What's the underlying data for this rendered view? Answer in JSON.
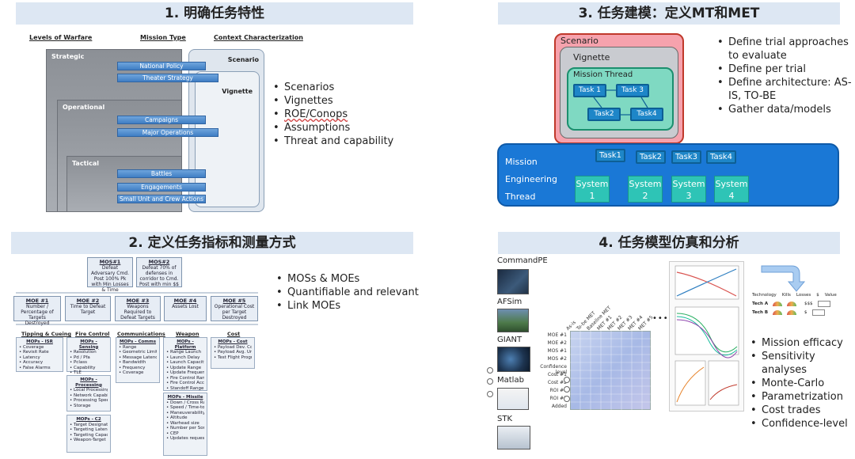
{
  "q1": {
    "title": "1. 明确任务特性",
    "headers": [
      "Levels of Warfare",
      "Mission Type",
      "Context Characterization"
    ],
    "levels": [
      "Strategic",
      "Operational",
      "Tactical"
    ],
    "context": [
      "Scenario",
      "Vignette"
    ],
    "mission_types": [
      "National Policy",
      "Theater Strategy",
      "Campaigns",
      "Major Operations",
      "Battles",
      "Engagements",
      "Small Unit and Crew Actions"
    ],
    "bullets": [
      "Scenarios",
      "Vignettes",
      "ROE/Conops",
      "Assumptions",
      "Threat and capability"
    ]
  },
  "q2": {
    "title": "2. 定义任务指标和测量方式",
    "mos": [
      {
        "h": "MOS#1",
        "t": "Defeat Adversary Cmd. Post 100% Pk with Min Losses & Time"
      },
      {
        "h": "MOS#2",
        "t": "Defeat 70% of defenses in corridor to Cmd. Post with min $$"
      }
    ],
    "moe": [
      {
        "h": "MOE #1",
        "t": "Number / Percentage of Targets Destroyed"
      },
      {
        "h": "MOE #2",
        "t": "Time to Defeat Target"
      },
      {
        "h": "MOE #3",
        "t": "Weapons Required to Defeat Targets"
      },
      {
        "h": "MOE #4",
        "t": "Assets Lost"
      },
      {
        "h": "MOE #5",
        "t": "Operational Cost per Target Destroyed"
      }
    ],
    "categories": [
      "Tipping & Cueing",
      "Fire Control",
      "Communications",
      "Weapon",
      "Cost"
    ],
    "mops": [
      {
        "h": "MOPs - ISR",
        "items": [
          "Coverage",
          "Revisit Rate",
          "Latency",
          "Accuracy",
          "False Alarms"
        ]
      },
      {
        "h": "MOPs - Sensing",
        "items": [
          "Resolution",
          "Pd / Pfa",
          "Pclass",
          "Capability",
          "TLE"
        ]
      },
      {
        "h": "MOPs - Processing",
        "items": [
          "Local Processing Capability",
          "Network Capability",
          "Processing Speed",
          "Storage"
        ]
      },
      {
        "h": "MOPs - C2",
        "items": [
          "Target Designation accuracy (vs. FA)",
          "Targeting Latency",
          "Targeting Capacity",
          "Weapon-Target Pairing Efficiency"
        ]
      },
      {
        "h": "MOPs - Comms",
        "items": [
          "Range",
          "Geometric Limitations",
          "Message Latency",
          "Bandwidth",
          "Frequency",
          "Coverage"
        ]
      },
      {
        "h": "MOPs - Platform",
        "items": [
          "Range Launch",
          "Launch Delay",
          "Launch Capacity",
          "Update Range",
          "Update Frequency",
          "Fire Control Range",
          "Fire Control Accuracy",
          "Standoff Range / Survivability"
        ]
      },
      {
        "h": "MOPs - Missile",
        "items": [
          "Down / Cross Range",
          "Speed / Time-to-target",
          "Maneuverability",
          "Altitude",
          "Warhead size",
          "Number per Sortie / load-out",
          "CEP",
          "Updates requested"
        ]
      },
      {
        "h": "MOPs - Cost",
        "items": [
          "Payload Dev. Cost",
          "Payload Avg. Unit Cost",
          "Test Flight Program Cost"
        ]
      }
    ],
    "bullets": [
      "MOSs & MOEs",
      "Quantifiable and relevant",
      "Link MOEs"
    ]
  },
  "q3": {
    "title": "3. 任务建模：定义MT和MET",
    "scenario": "Scenario",
    "vignette": "Vignette",
    "mission_thread": "Mission Thread",
    "mt_tasks": [
      "Task 1",
      "Task 3",
      "Task2",
      "Task4"
    ],
    "met_label": [
      "Mission",
      "Engineering",
      "Thread"
    ],
    "met_tasks": [
      "Task1",
      "Task2",
      "Task3",
      "Task4"
    ],
    "systems": [
      {
        "name": "System",
        "num": "1"
      },
      {
        "name": "System",
        "num": "2"
      },
      {
        "name": "System",
        "num": "3"
      },
      {
        "name": "System",
        "num": "4"
      }
    ],
    "bullets": [
      "Define trial approaches to evaluate",
      "Define per trial",
      "Define architecture: AS-IS, TO-BE",
      "Gather data/models"
    ]
  },
  "q4": {
    "title": "4. 任务模型仿真和分析",
    "tools": [
      "CommandPE",
      "AFSim",
      "GIANT",
      "Matlab",
      "STK"
    ],
    "matrix_rows": [
      "MOE #1",
      "MOE #2",
      "MOS #1",
      "MOS #2",
      "Confidence level",
      "Cost #1",
      "Cost #2",
      "ROI #1",
      "ROI #2",
      "Added"
    ],
    "matrix_cols": [
      "As-is",
      "To-be MET",
      "Baseline MET",
      "MET #1",
      "MET #2",
      "MET #3",
      "MET #4",
      "MET #5"
    ],
    "table_headers": [
      "Technology",
      "Kills",
      "Losses",
      "$",
      "Value"
    ],
    "table_rows": [
      {
        "tech": "Tech A",
        "cost": "$$$"
      },
      {
        "tech": "Tech B",
        "cost": "$"
      }
    ],
    "ellipsis": "•••",
    "bullets": [
      "Mission efficacy",
      "Sensitivity analyses",
      "Monte-Carlo",
      "Parametrization",
      "Cost trades",
      "Confidence-level"
    ]
  },
  "colors": {
    "title_band": "#dde7f3",
    "scenario_fill": "#f6a2ad",
    "scenario_border": "#c0392b",
    "vignette_fill": "#c9cbd0",
    "thread_fill": "#7fd9c2",
    "task_blue": "#1e86c8",
    "met_blue": "#1a78d6",
    "system_teal": "#2ec4b6",
    "bar_blue": "#3f7ec4"
  }
}
